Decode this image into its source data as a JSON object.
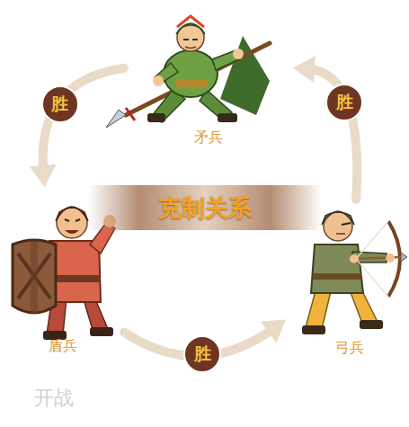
{
  "diagram": {
    "title": "克制关系",
    "nodes": [
      {
        "text": [
          "矛兵"
        ]
      },
      {
        "text": [
          "盾兵"
        ]
      },
      {
        "text": [
          "弓兵"
        ]
      }
    ],
    "edges": [
      {
        "from": 0,
        "to": 1,
        "arrow": "to",
        "label": "胜"
      },
      {
        "from": 1,
        "to": 2,
        "arrow": "to",
        "label": "胜"
      },
      {
        "from": 2,
        "to": 0,
        "arrow": "to",
        "label": "胜"
      }
    ],
    "labels": [
      "开战"
    ]
  }
}
